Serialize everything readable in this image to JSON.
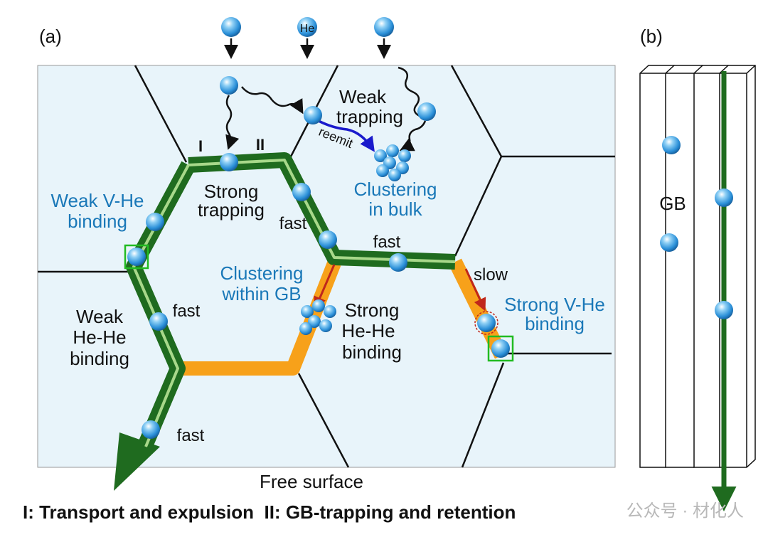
{
  "panel_labels": {
    "a": "(a)",
    "b": "(b)"
  },
  "incoming_atom_label": "He",
  "labels": {
    "weak_trapping_1": "Weak",
    "weak_trapping_2": "trapping",
    "reemit": "reemit",
    "clustering_bulk_1": "Clustering",
    "clustering_bulk_2": "in bulk",
    "roman_one": "I",
    "roman_two": "II",
    "strong_trapping_1": "Strong",
    "strong_trapping_2": "trapping",
    "weak_vhe_1": "Weak V-He",
    "weak_vhe_2": "binding",
    "fast_upper": "fast",
    "fast_mid": "fast",
    "fast_left": "fast",
    "fast_bottom": "fast",
    "slow": "slow",
    "clustering_gb_1": "Clustering",
    "clustering_gb_2": "within GB",
    "strong_hehe_1": "Strong",
    "strong_hehe_2": "He-He",
    "strong_hehe_3": "binding",
    "weak_hehe_1": "Weak",
    "weak_hehe_2": "He-He",
    "weak_hehe_3": "binding",
    "strong_vhe_1": "Strong V-He",
    "strong_vhe_2": "binding",
    "free_surface": "Free surface",
    "gb": "GB"
  },
  "caption": "I: Transport and expulsion  II: GB-trapping and retention",
  "watermark": "公众号 · 材化人",
  "colors": {
    "bulk_fill": "#e8f4fa",
    "gb_green": "#1f6b1f",
    "gb_green_light": "#a8d88a",
    "gb_orange": "#f7a11a",
    "atom_blue": "#2a8fd8",
    "label_blue": "#1a78b8",
    "reemit_arrow": "#1a1acc",
    "red_arrow": "#c0271b",
    "box_green": "#22bb22"
  },
  "icons": [
    "he-atom-icon",
    "down-arrow-icon",
    "wavy-arrow-icon",
    "atom-cluster-icon"
  ]
}
